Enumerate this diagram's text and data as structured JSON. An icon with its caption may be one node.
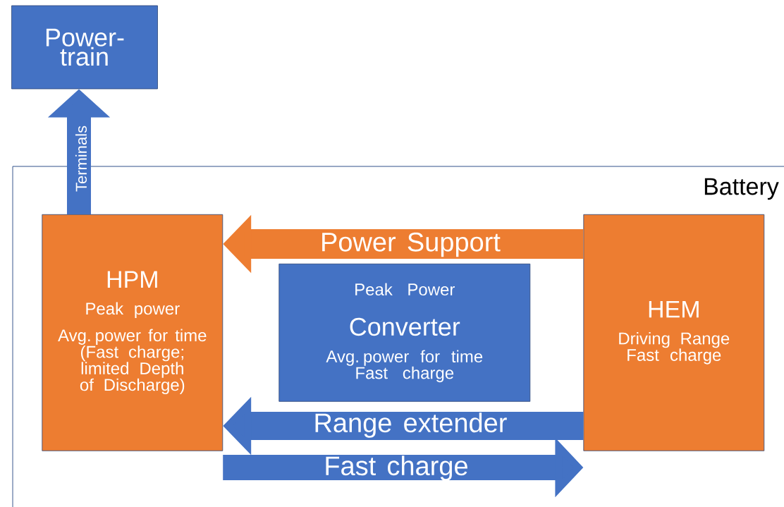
{
  "diagram": {
    "nodes": [
      {
        "text": [
          "Power-train"
        ]
      },
      {
        "text": [
          "Battery"
        ]
      },
      {
        "text": [
          "HPM",
          "Peak power",
          "Avg. power for time",
          "(Fast charge; limited Depth of Discharge)"
        ],
        "in": 1
      },
      {
        "text": [
          "Peak Power",
          "Converter",
          "Avg. power for time",
          "Fast charge"
        ],
        "in": 1
      },
      {
        "text": [
          "HEM",
          "Driving Range",
          "Fast charge"
        ],
        "in": 1
      }
    ],
    "edges": [
      {
        "from": 2,
        "to": 0,
        "arrow": "to",
        "label": "Terminals"
      },
      {
        "from": 4,
        "to": 2,
        "arrow": "to",
        "label": "Power Support",
        "color": "#ed7d31"
      },
      {
        "from": 4,
        "to": 2,
        "arrow": "to",
        "label": "Range extender"
      },
      {
        "from": 2,
        "to": 4,
        "arrow": "to",
        "label": "Fast charge"
      }
    ]
  }
}
